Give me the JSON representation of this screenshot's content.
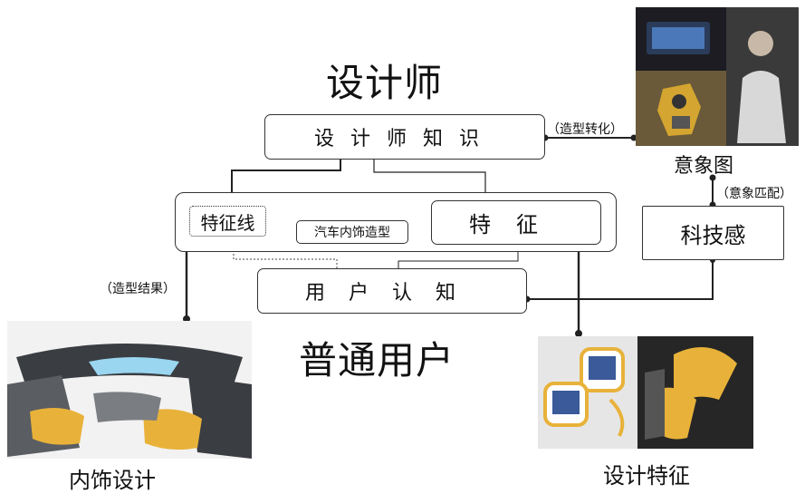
{
  "titles": {
    "designer": "设计师",
    "user": "普通用户"
  },
  "boxes": {
    "designer_knowledge": "设计师知识",
    "feature_line": "特征线",
    "car_interior_modeling": "汽车内饰造型",
    "feature": "特征",
    "user_cognition": "用户认知",
    "tech_sense": "科技感"
  },
  "annotations": {
    "modeling_transform": "（造型转化）",
    "imagery_match": "（意象匹配）",
    "modeling_result": "（造型结果）"
  },
  "captions": {
    "imagery_map": "意象图",
    "interior_design": "内饰设计",
    "design_features": "设计特征"
  },
  "colors": {
    "line": "#222222",
    "accent_yellow": "#e8b23a",
    "dark": "#1a1a1a"
  }
}
